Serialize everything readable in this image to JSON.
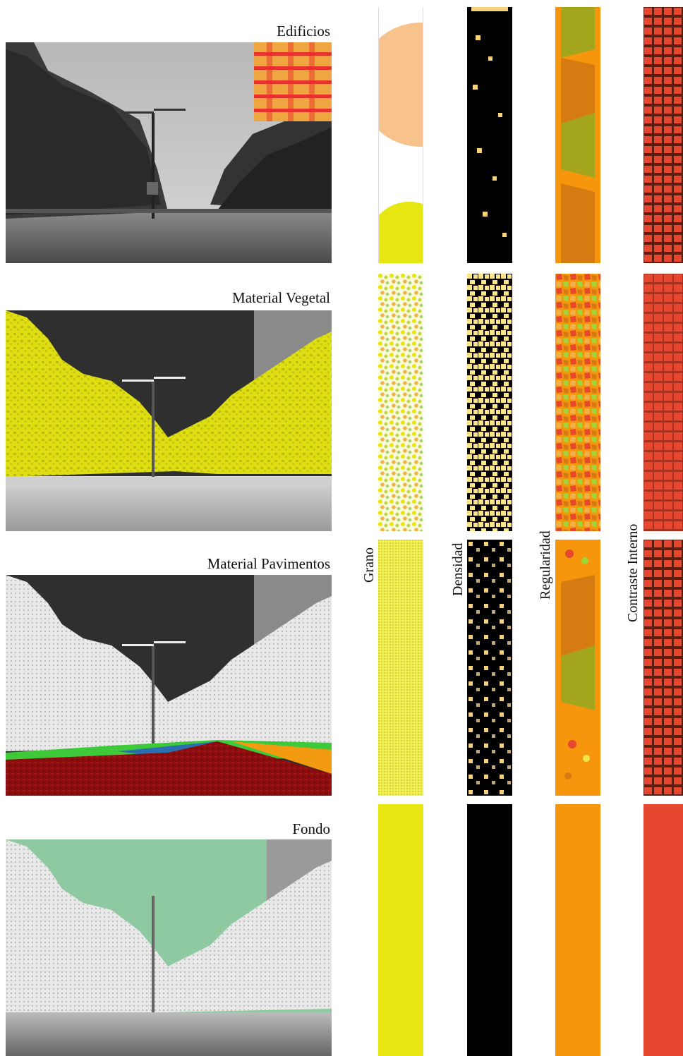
{
  "panels": [
    {
      "title": "Edificios"
    },
    {
      "title": "Material Vegetal"
    },
    {
      "title": "Material Pavimentos"
    },
    {
      "title": "Fondo"
    }
  ],
  "columns": [
    {
      "label": "Grano"
    },
    {
      "label": "Densidad"
    },
    {
      "label": "Regularidad"
    },
    {
      "label": "Contraste Interno"
    }
  ],
  "colors": {
    "buildings": "#f0a640",
    "buildings_stripe": "#e8312a",
    "vegetation": "#dede10",
    "background_sky": "#8ec9a2",
    "pavement_red": "#8c0d0d",
    "pavement_orange": "#f29a10",
    "pavement_green": "#3ec93a",
    "grano": "#e6e612",
    "densidad": "#000000",
    "regularidad": "#f5960c",
    "contraste": "#e8472f"
  }
}
